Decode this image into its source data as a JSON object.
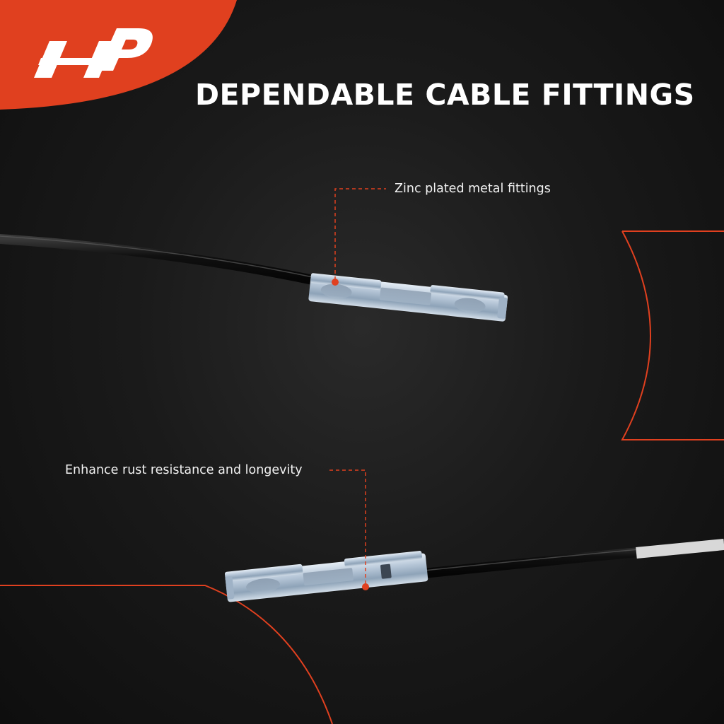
{
  "brand": {
    "logo_icon": "a-premium-logo-icon",
    "accent_color": "#e0401f"
  },
  "headline": "DEPENDABLE CABLE FITTINGS",
  "callouts": [
    {
      "label": "Zinc plated metal fittings"
    },
    {
      "label": "Enhance rust resistance and longevity"
    }
  ],
  "colors": {
    "background": "#161616",
    "cable": "#0c0c0c",
    "fitting": "#b9cadb",
    "callout_line": "#e0401f"
  }
}
